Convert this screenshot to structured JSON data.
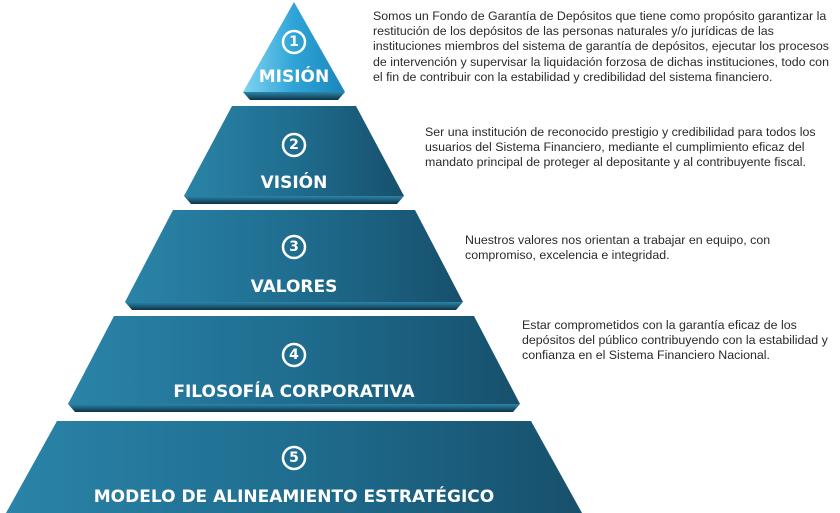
{
  "colors": {
    "tier_top": "#2fa4d6",
    "tier_dark": "#17506c",
    "tier_mid": "#1f6d8f",
    "tier_light": "#2a84a8",
    "divider": "#0c3347",
    "text": "#2a2a2a"
  },
  "tiers": [
    {
      "number": "1",
      "title": "MISIÓN",
      "description": "Somos un Fondo de Garantía de Depósitos que tiene como propósito garantizar la restitución de los depósitos de las personas naturales y/o jurídicas de las instituciones miembros del sistema de garantía de depósitos, ejecutar los procesos de intervención y supervisar la liquidación forzosa de dichas instituciones, todo con el fin de contribuir con la estabilidad y credibilidad del sistema financiero."
    },
    {
      "number": "2",
      "title": "VISIÓN",
      "description": "Ser una institución de reconocido prestigio y credibilidad para todos los usuarios del Sistema Financiero, mediante el cumplimiento eficaz del mandato principal de proteger al depositante y al contribuyente fiscal."
    },
    {
      "number": "3",
      "title": "VALORES",
      "description": "Nuestros valores nos orientan a trabajar en equipo, con compromiso, excelencia e integridad."
    },
    {
      "number": "4",
      "title": "FILOSOFÍA CORPORATIVA",
      "description": "Estar comprometidos con la garantía eficaz de los depósitos del público contribuyendo con la estabilidad y confianza en el Sistema Financiero Nacional."
    },
    {
      "number": "5",
      "title": "MODELO DE ALINEAMIENTO ESTRATÉGICO"
    }
  ]
}
